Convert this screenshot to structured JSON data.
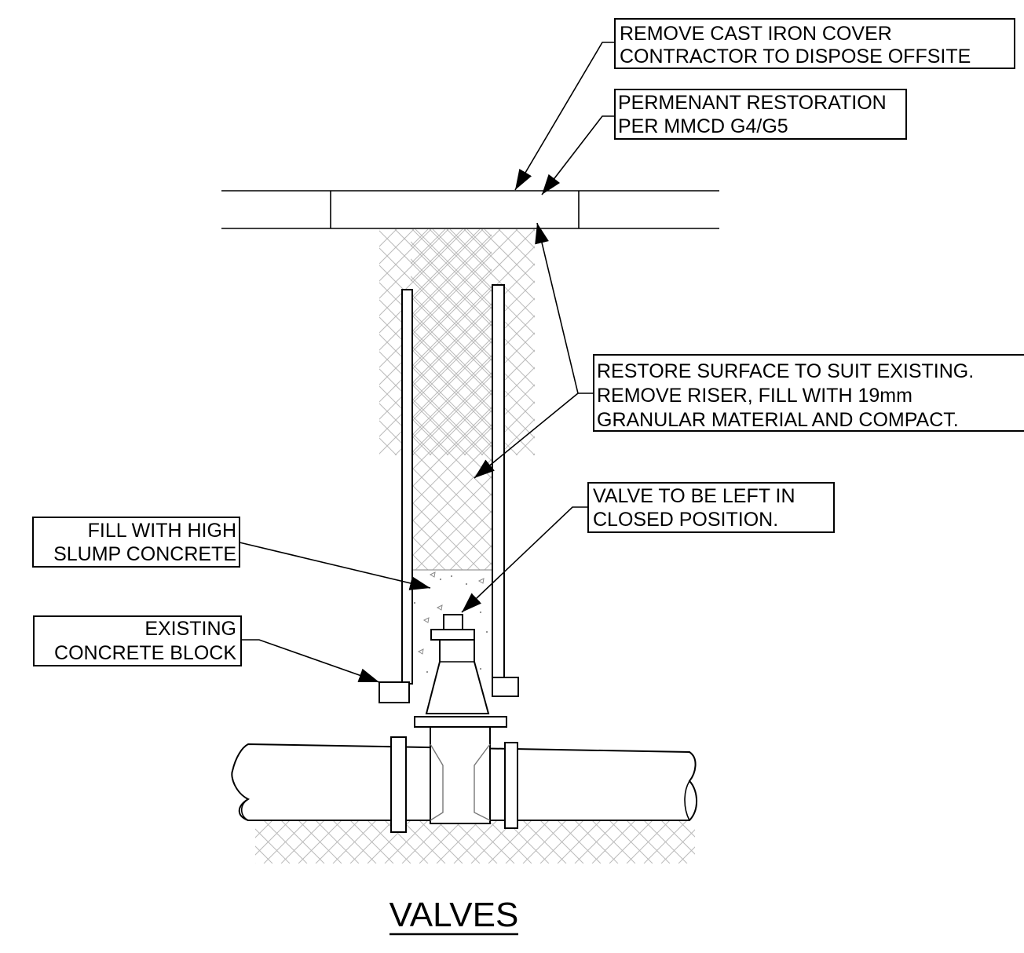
{
  "title": "VALVES",
  "callouts": {
    "cover": {
      "line1": "REMOVE CAST IRON COVER",
      "line2": "CONTRACTOR TO DISPOSE OFFSITE"
    },
    "restoration": {
      "line1": "PERMENANT RESTORATION",
      "line2": "PER MMCD G4/G5"
    },
    "surface": {
      "line1": "RESTORE SURFACE TO SUIT EXISTING.",
      "line2": "REMOVE RISER, FILL WITH 19mm",
      "line3": "GRANULAR MATERIAL AND COMPACT."
    },
    "valve": {
      "line1": "VALVE TO BE LEFT IN",
      "line2": "CLOSED POSITION."
    },
    "concrete_fill": {
      "line1": "FILL WITH HIGH",
      "line2": "SLUMP CONCRETE"
    },
    "concrete_block": {
      "line1": "EXISTING",
      "line2": "CONCRETE BLOCK"
    }
  }
}
